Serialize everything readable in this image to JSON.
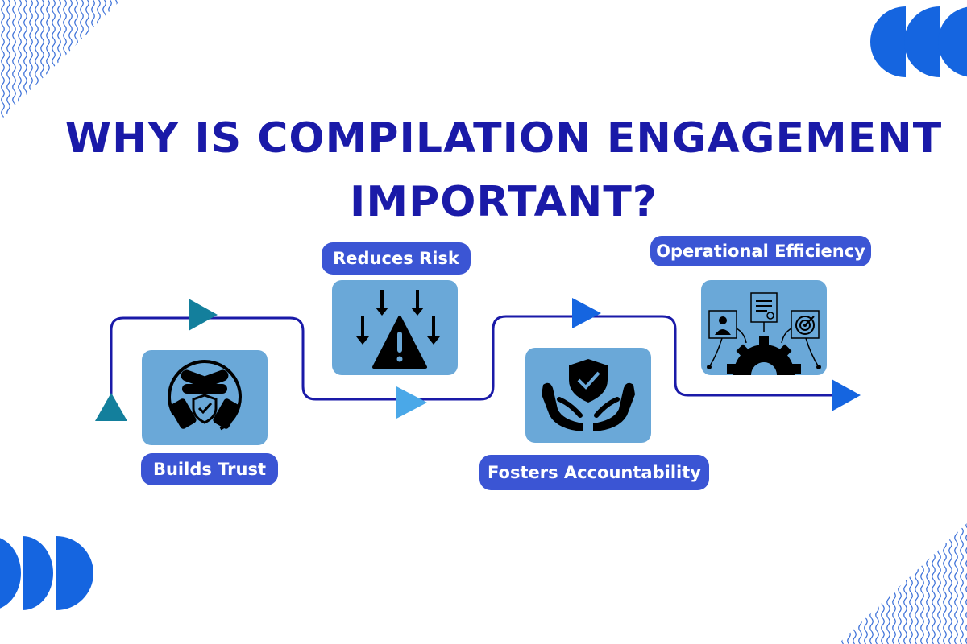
{
  "title": {
    "line1": "WHY IS COMPILATION ENGAGEMENT",
    "line2": "IMPORTANT?"
  },
  "steps": [
    {
      "label": "Builds Trust",
      "icon": "handshake-shield-icon"
    },
    {
      "label": "Reduces Risk",
      "icon": "warning-arrows-icon"
    },
    {
      "label": "Fosters Accountability",
      "icon": "hands-shield-icon"
    },
    {
      "label": "Operational Efficiency",
      "icon": "gear-network-icon"
    }
  ],
  "colors": {
    "title": "#1a1aa8",
    "pill": "#3b55d4",
    "card": "#6aa8d8",
    "path": "#1a1aa8",
    "accent_blue": "#1565e0",
    "teal": "#137f9c",
    "light_blue": "#4aa8e8"
  }
}
